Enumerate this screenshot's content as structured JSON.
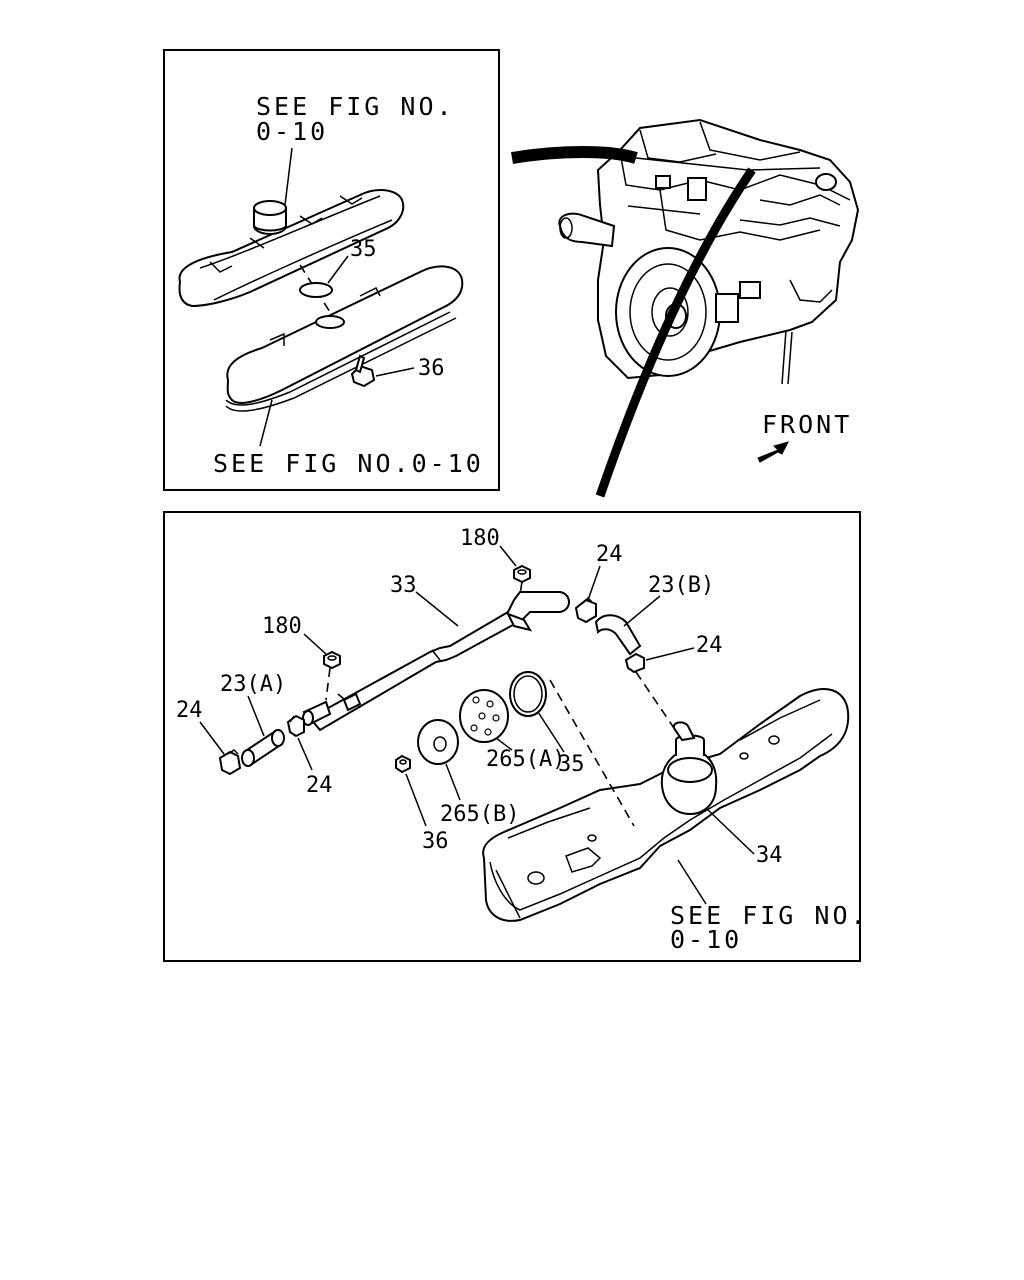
{
  "top_panel": {
    "see_fig_top": "SEE FIG NO.",
    "see_fig_top_num": "0-10",
    "see_fig_bottom": "SEE FIG NO.0-10",
    "callouts": [
      "35",
      "36"
    ]
  },
  "engine_view": {
    "front_label": "FRONT"
  },
  "main_panel": {
    "see_fig": "SEE FIG NO.",
    "see_fig_num": "0-10",
    "callouts": [
      "180",
      "24",
      "33",
      "23(B)",
      "180",
      "24",
      "23(A)",
      "24",
      "24",
      "35",
      "265(A)",
      "36",
      "265(B)",
      "34"
    ]
  }
}
